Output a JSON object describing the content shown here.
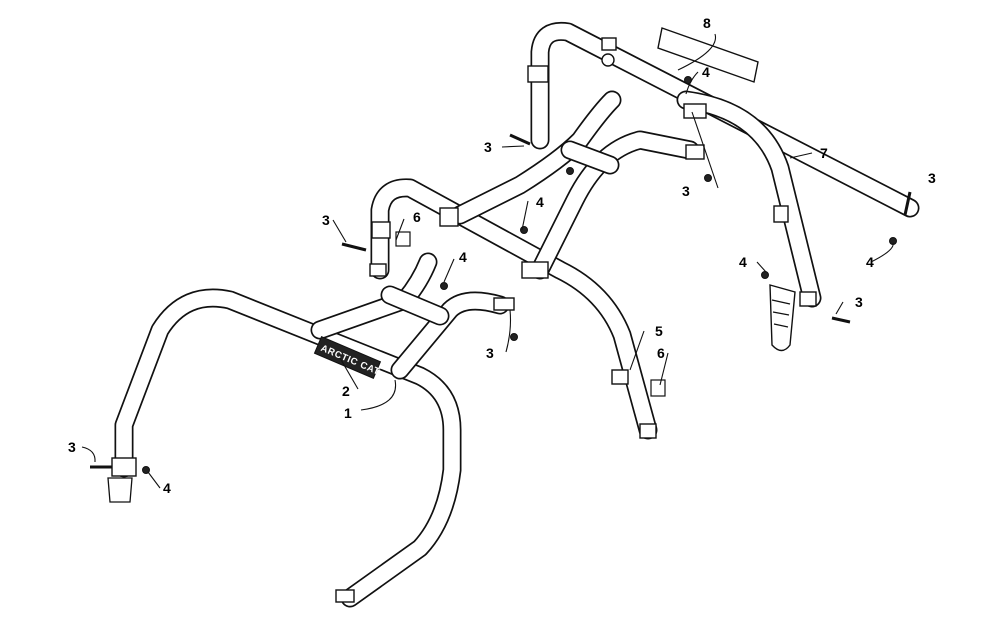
{
  "diagram": {
    "logo_text": "ARCTIC CAT",
    "callouts": [
      {
        "id": "c8",
        "text": "8"
      },
      {
        "id": "c4a",
        "text": "4"
      },
      {
        "id": "c7",
        "text": "7"
      },
      {
        "id": "c3a",
        "text": "3"
      },
      {
        "id": "c3b",
        "text": "3"
      },
      {
        "id": "c4b",
        "text": "4"
      },
      {
        "id": "c3c",
        "text": "3"
      },
      {
        "id": "c6a",
        "text": "6"
      },
      {
        "id": "c4c",
        "text": "4"
      },
      {
        "id": "c3d",
        "text": "3"
      },
      {
        "id": "c4d",
        "text": "4"
      },
      {
        "id": "c4e",
        "text": "4"
      },
      {
        "id": "c3e",
        "text": "3"
      },
      {
        "id": "c5",
        "text": "5"
      },
      {
        "id": "c6b",
        "text": "6"
      },
      {
        "id": "c2",
        "text": "2"
      },
      {
        "id": "c1",
        "text": "1"
      },
      {
        "id": "c3f",
        "text": "3"
      },
      {
        "id": "c4f",
        "text": "4"
      }
    ]
  }
}
